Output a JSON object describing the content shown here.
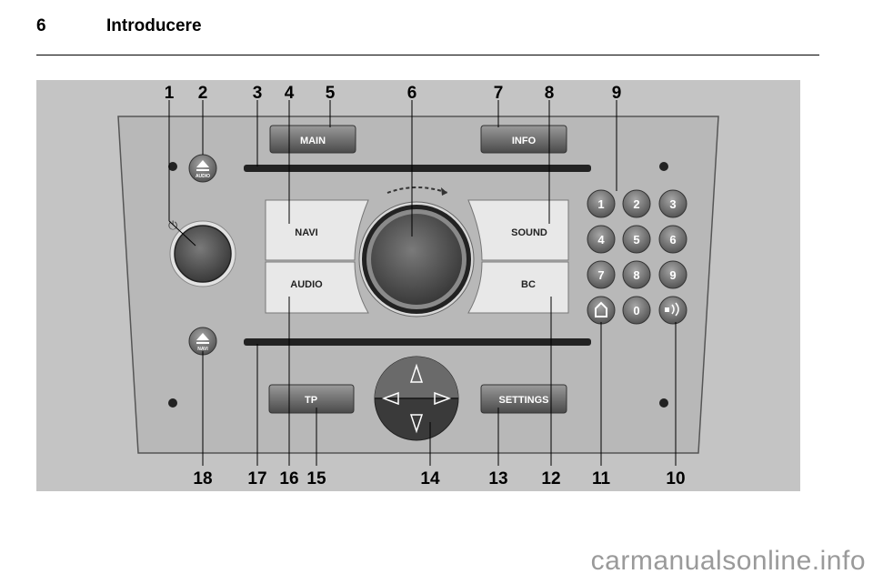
{
  "header": {
    "page_number": "6",
    "title": "Introducere"
  },
  "callouts_top": [
    "1",
    "2",
    "3",
    "4",
    "5",
    "6",
    "7",
    "8",
    "9"
  ],
  "callouts_bottom": [
    "18",
    "17",
    "16",
    "15",
    "14",
    "13",
    "12",
    "11",
    "10"
  ],
  "buttons": {
    "main": "MAIN",
    "info": "INFO",
    "navi": "NAVI",
    "sound": "SOUND",
    "audio": "AUDIO",
    "bc": "BC",
    "tp": "TP",
    "settings": "SETTINGS",
    "eject_audio": "AUDIO",
    "eject_navi": "NAVI"
  },
  "keypad": [
    "1",
    "2",
    "3",
    "4",
    "5",
    "6",
    "7",
    "8",
    "9",
    "0"
  ],
  "power_label": "⏻",
  "footer": {
    "url": "carmanualsonline.info"
  }
}
